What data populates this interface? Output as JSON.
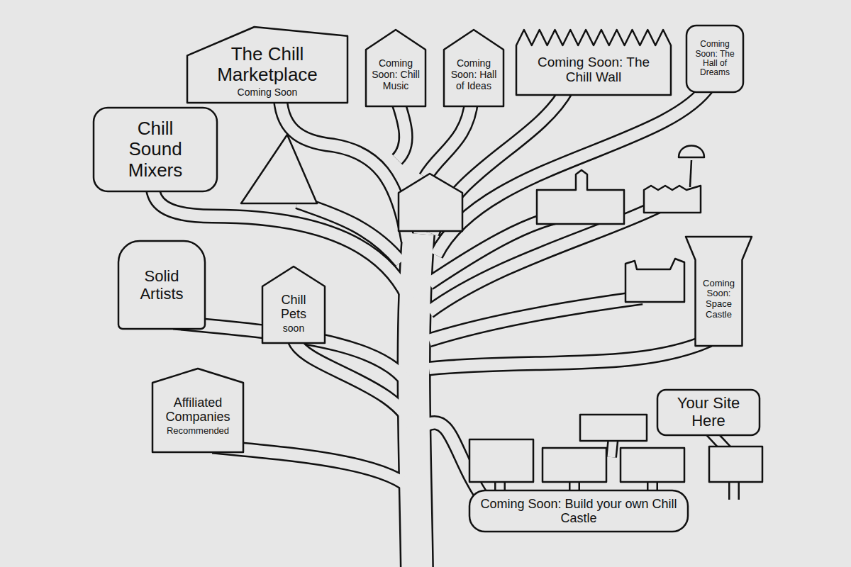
{
  "diagram": {
    "nodes": [
      {
        "text": [
          "The Chill Marketplace",
          "Coming Soon"
        ]
      },
      {
        "text": [
          "Coming Soon: Chill Music"
        ]
      },
      {
        "text": [
          "Coming Soon: Hall of Ideas"
        ]
      },
      {
        "text": [
          "Coming Soon: The Chill Wall"
        ]
      },
      {
        "text": [
          "Coming Soon: The Hall of Dreams"
        ]
      },
      {
        "text": [
          "Chill Sound Mixers"
        ]
      },
      {
        "text": [
          "Solid Artists"
        ]
      },
      {
        "text": [
          "Chill Pets",
          "soon"
        ]
      },
      {
        "text": [
          "Coming Soon: Space Castle"
        ]
      },
      {
        "text": [
          "Your Site Here"
        ]
      },
      {
        "text": [
          "Affiliated Companies",
          "Recommended"
        ]
      },
      {
        "text": [
          "Coming Soon: Build your own Chill Castle"
        ]
      }
    ]
  }
}
